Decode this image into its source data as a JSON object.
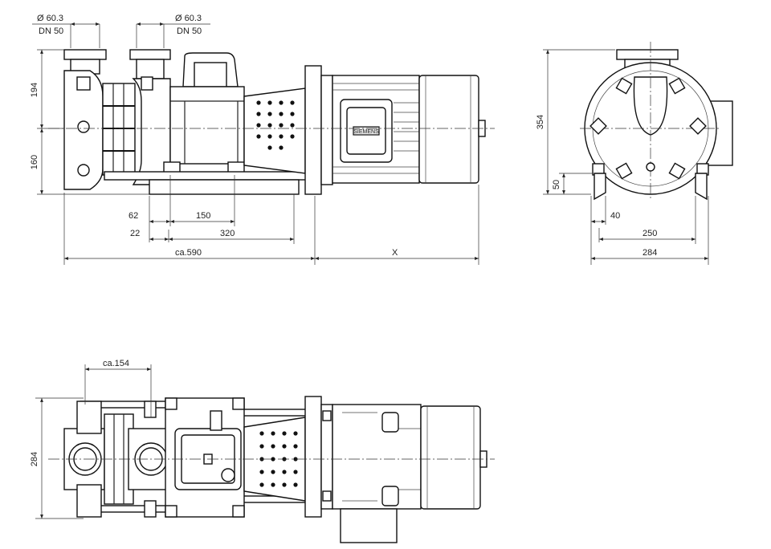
{
  "labels": {
    "dia_left": "Ø 60.3",
    "dn_left": "DN 50",
    "dia_right": "Ø 60.3",
    "dn_right": "DN 50",
    "h194": "194",
    "h160": "160",
    "d62": "62",
    "d150": "150",
    "d22": "22",
    "d320": "320",
    "ca590": "ca.590",
    "x": "X",
    "h354": "354",
    "h50": "50",
    "d40": "40",
    "d250": "250",
    "d284": "284",
    "ca154": "ca.154",
    "h284": "284"
  },
  "nameplate": "SIEMENS"
}
